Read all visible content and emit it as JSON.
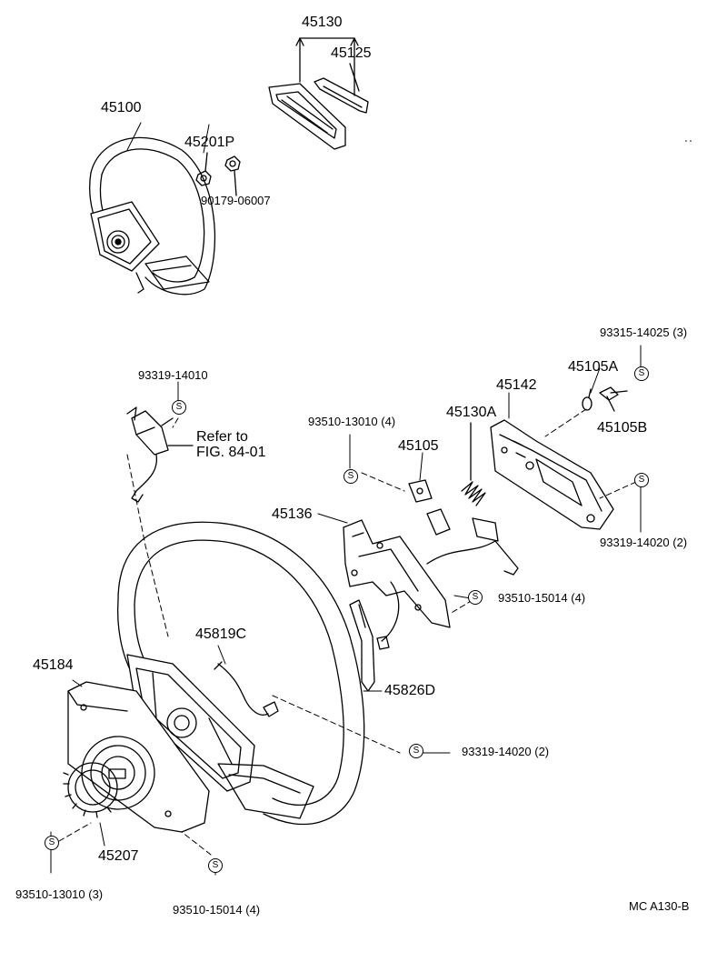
{
  "labels": {
    "p45130": "45130",
    "p45125": "45125",
    "p45100": "45100",
    "p45201p": "45201P",
    "p90179": "90179-06007",
    "p93315": "93315-14025 (3)",
    "p45105a": "45105A",
    "p45142": "45142",
    "p45105b": "45105B",
    "p93319_14010": "93319-14010",
    "refer_to": "Refer to",
    "fig": "FIG. 84-01",
    "p93510_13010_4": "93510-13010 (4)",
    "p45130a": "45130A",
    "p45105": "45105",
    "p93319_14020_a": "93319-14020 (2)",
    "p45136": "45136",
    "p93510_15014_a": "93510-15014 (4)",
    "p45819c": "45819C",
    "p45184": "45184",
    "p45826d": "45826D",
    "p93319_14020_b": "93319-14020 (2)",
    "p45207": "45207",
    "p93510_13010_3": "93510-13010 (3)",
    "p93510_15014_b": "93510-15014 (4)",
    "code": "MC  A130-B"
  },
  "symbol": "S"
}
